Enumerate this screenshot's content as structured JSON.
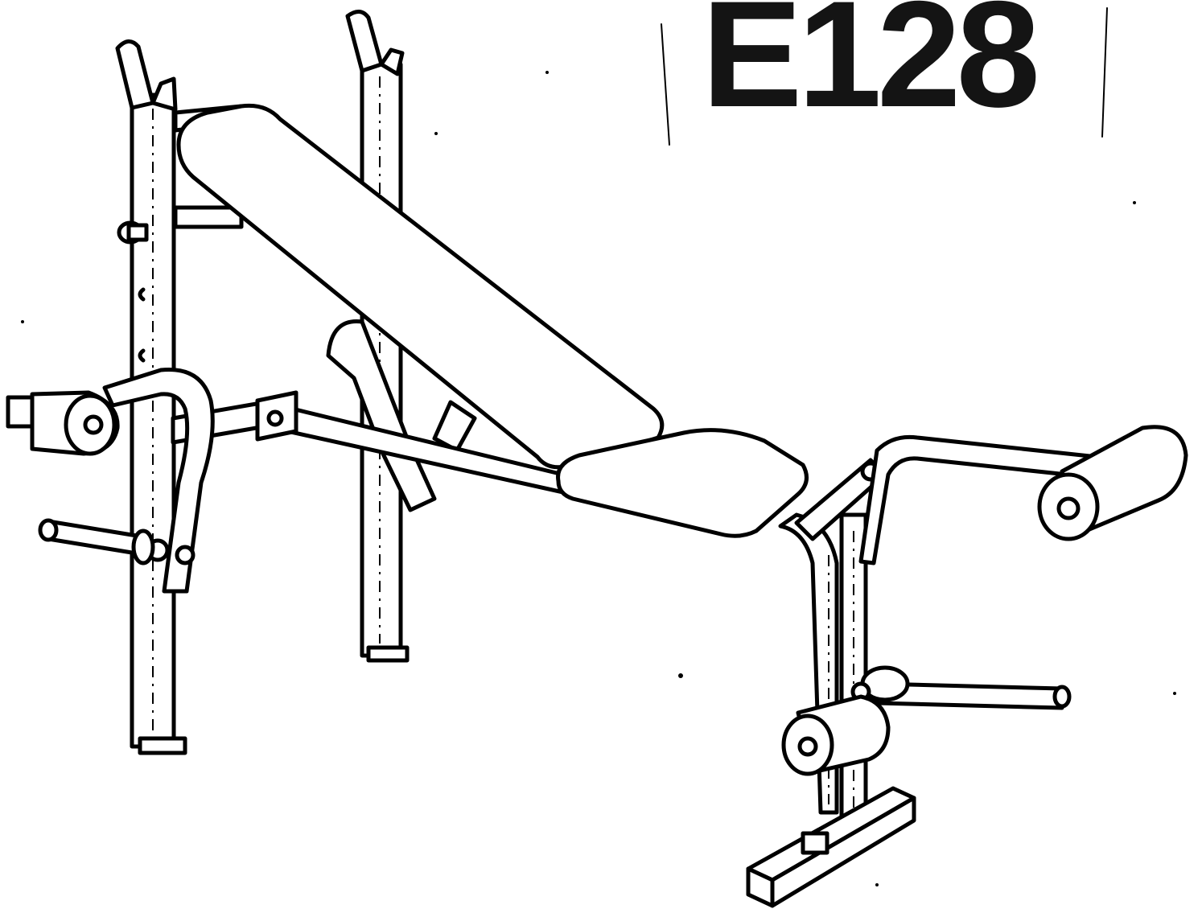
{
  "diagram": {
    "model_number": "E128",
    "colors": {
      "ink": "#000000",
      "paper": "#ffffff"
    },
    "components": [
      "left-upright-post",
      "right-upright-post",
      "bar-catch-left",
      "bar-catch-right",
      "incline-backrest-pad",
      "seat-pad",
      "main-frame-tube",
      "front-leg-frame",
      "front-base-foot",
      "leg-developer-arm",
      "front-upper-foam-roller",
      "front-lower-foam-roller",
      "rear-left-foam-roller",
      "rear-butterfly-arm",
      "left-weight-post",
      "right-weight-post",
      "adjustment-knob"
    ]
  }
}
